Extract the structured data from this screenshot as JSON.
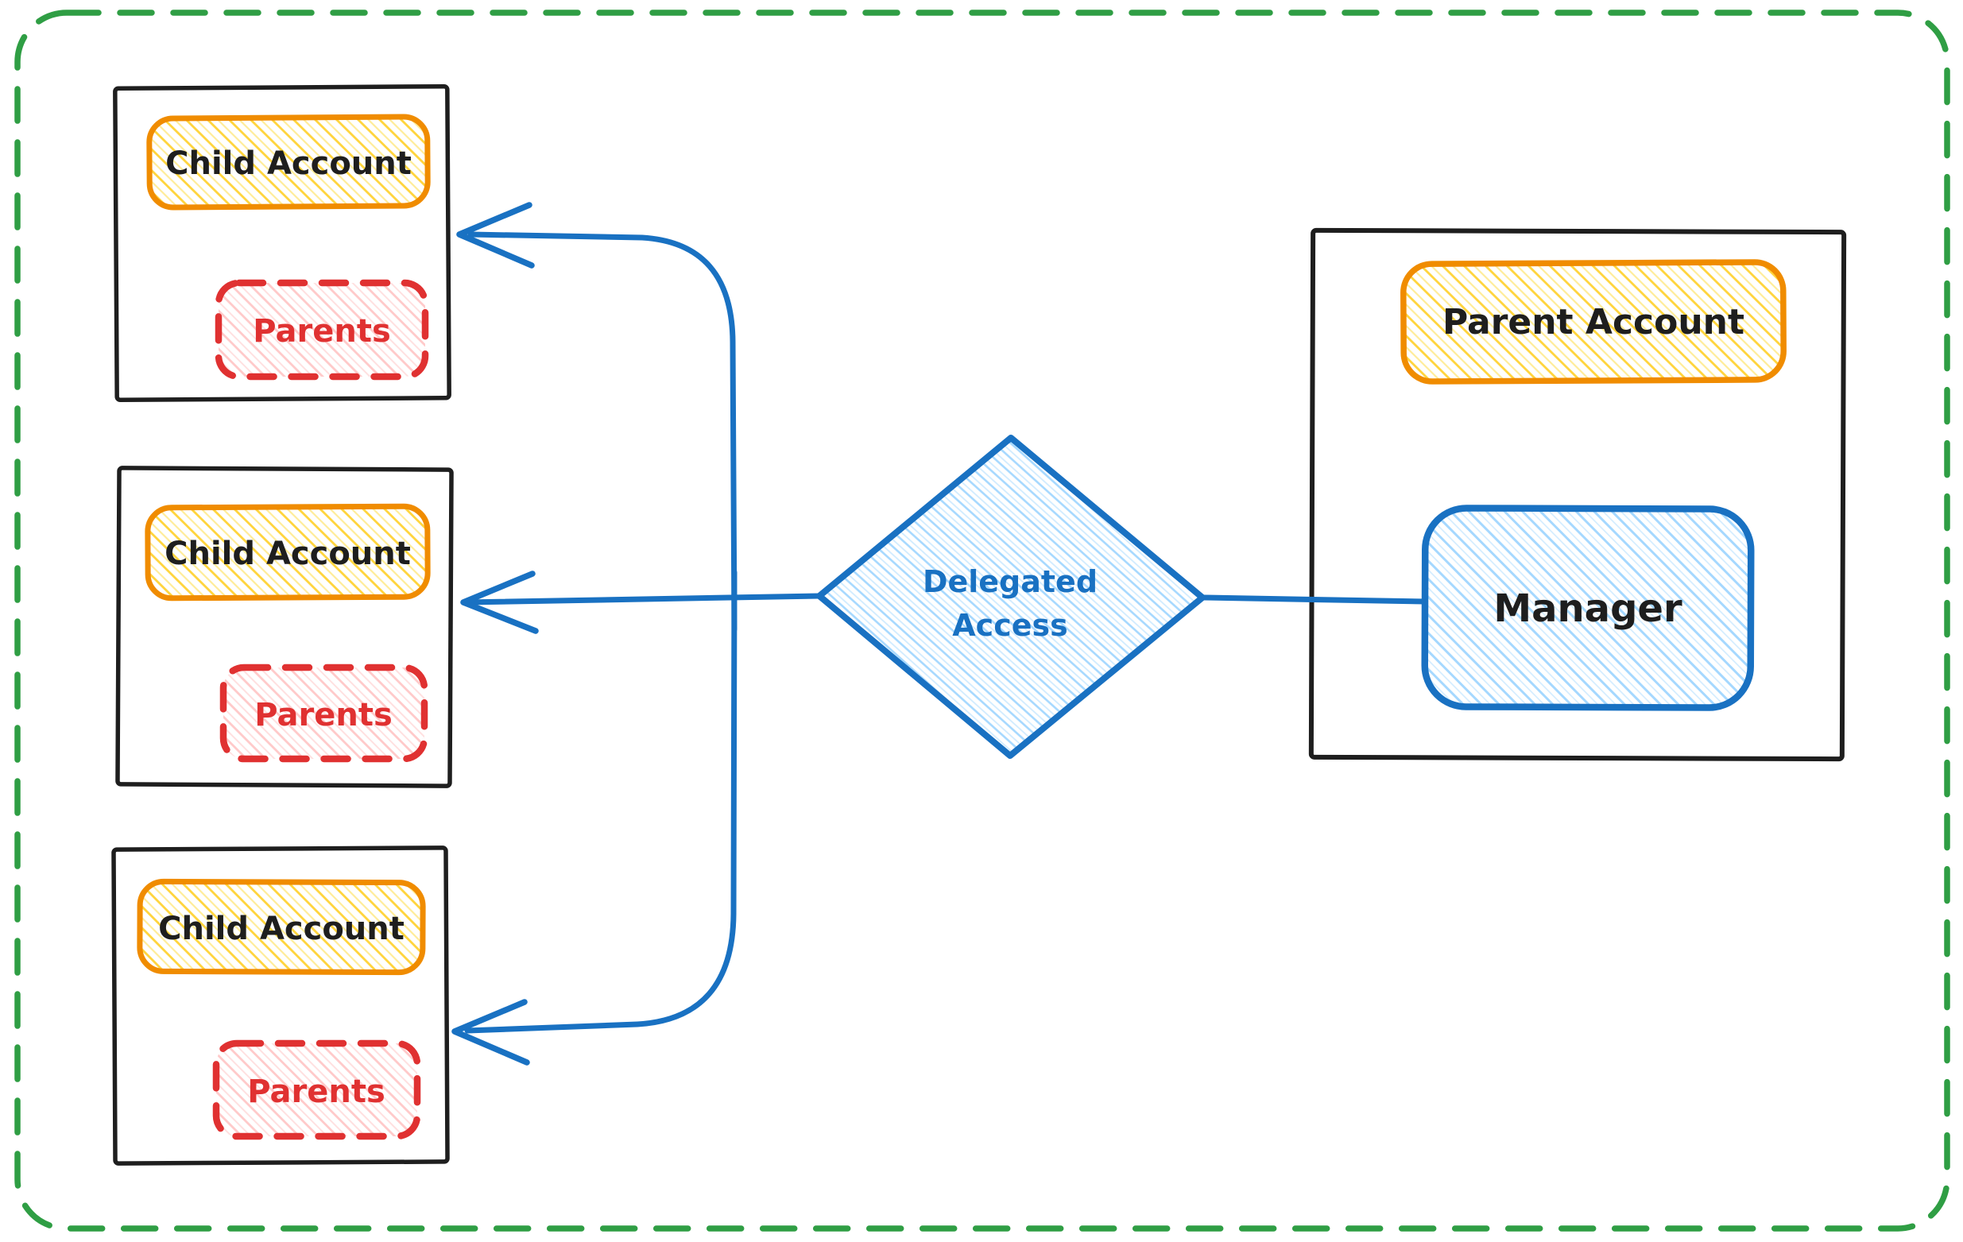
{
  "canvas": {
    "background": "#ffffff",
    "border_color": "#2f9e44",
    "border_style": "dashed"
  },
  "colors": {
    "orange_stroke": "#f08c00",
    "yellow_hatch": "#ffd43b",
    "red_stroke": "#e03131",
    "red_hatch": "#ffc9c9",
    "blue_stroke": "#1971c2",
    "blue_hatch": "#a5d8ff",
    "black_stroke": "#1e1e1e",
    "green_border": "#2f9e44"
  },
  "nodes": {
    "children": [
      {
        "title": "Child Account",
        "badge": "Parents"
      },
      {
        "title": "Child Account",
        "badge": "Parents"
      },
      {
        "title": "Child Account",
        "badge": "Parents"
      }
    ],
    "decision": {
      "label_line1": "Delegated",
      "label_line2": "Access"
    },
    "parent": {
      "title": "Parent Account",
      "manager_label": "Manager"
    }
  },
  "edges": [
    {
      "from": "manager",
      "to": "delegated-access",
      "arrowhead": "none"
    },
    {
      "from": "delegated-access",
      "to": "child-account-1",
      "arrowhead": "open"
    },
    {
      "from": "delegated-access",
      "to": "child-account-2",
      "arrowhead": "open"
    },
    {
      "from": "delegated-access",
      "to": "child-account-3",
      "arrowhead": "open"
    }
  ]
}
